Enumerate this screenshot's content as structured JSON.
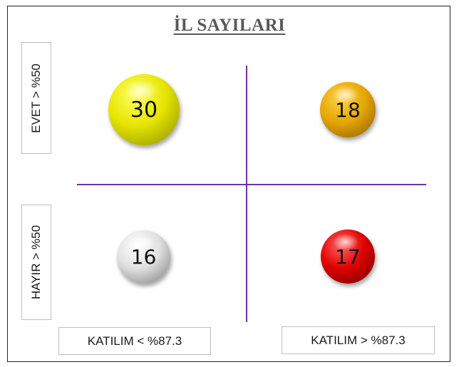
{
  "title": "İL SAYILARI",
  "y_labels": {
    "top": "EVET > %50",
    "bottom": "HAYIR > %50"
  },
  "x_labels": {
    "left": "KATILIM < %87.3",
    "right": "KATILIM > %87.3"
  },
  "quadrants": [
    {
      "position": "top-left",
      "value": "30",
      "color_light": "#ffff66",
      "color_base": "#e6e600",
      "color_dark": "#8a8a00"
    },
    {
      "position": "top-right",
      "value": "18",
      "color_light": "#ffd24d",
      "color_base": "#e6a800",
      "color_dark": "#8a5a00"
    },
    {
      "position": "bottom-left",
      "value": "16",
      "color_light": "#ffffff",
      "color_base": "#e0e0e0",
      "color_dark": "#7a7a7a"
    },
    {
      "position": "bottom-right",
      "value": "17",
      "color_light": "#ff6666",
      "color_base": "#e00000",
      "color_dark": "#6a0000"
    }
  ],
  "colors": {
    "axis_lines": "#7030a0",
    "title": "#595959"
  }
}
